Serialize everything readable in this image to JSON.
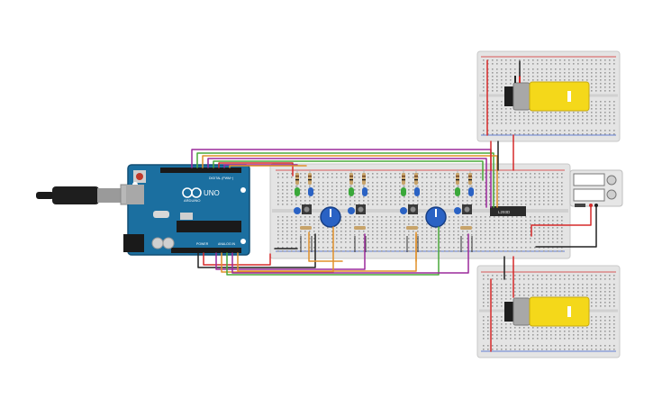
{
  "arduino": {
    "brand": "ARDUINO",
    "model": "UNO",
    "digital_label": "DIGITAL (PWM~)",
    "power_label": "POWER",
    "analog_label": "ANALOG IN"
  },
  "driver_chip": {
    "label": "L293D"
  },
  "colors": {
    "breadboard": "#e4e4e4",
    "arduino_pcb": "#1b6fa0",
    "motor_body": "#f4d81a",
    "wire_red": "#d62a2a",
    "wire_black": "#222222",
    "wire_purple": "#9b2a9b",
    "wire_green": "#4aa83a",
    "wire_orange": "#e0902a",
    "potentiometer": "#2a62c4",
    "led": "#3aa83a",
    "resistor": "#c7a36a"
  },
  "components": {
    "leds_per_group": 2,
    "groups": 4,
    "motors": 2,
    "batteries": 2,
    "potentiometers": 2,
    "push_buttons": 4
  }
}
